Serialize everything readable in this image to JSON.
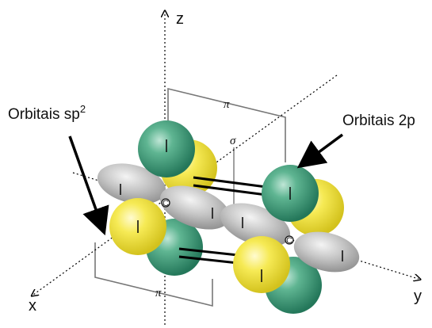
{
  "axes": {
    "z": "z",
    "x": "x",
    "y": "y"
  },
  "callouts": {
    "sp2": "Orbitais sp",
    "sp2_superscript": "2",
    "p2": "Orbitais 2p"
  },
  "bond_labels": {
    "pi_top": "π",
    "pi_bottom": "π",
    "sigma": "σ"
  },
  "atoms": {
    "left": "C",
    "right": "C"
  },
  "colors": {
    "green_lobe": "#3f9a78",
    "yellow_lobe": "#f0e23a",
    "gray_lobe": "#b9b9b9",
    "bracket": "#777777"
  }
}
